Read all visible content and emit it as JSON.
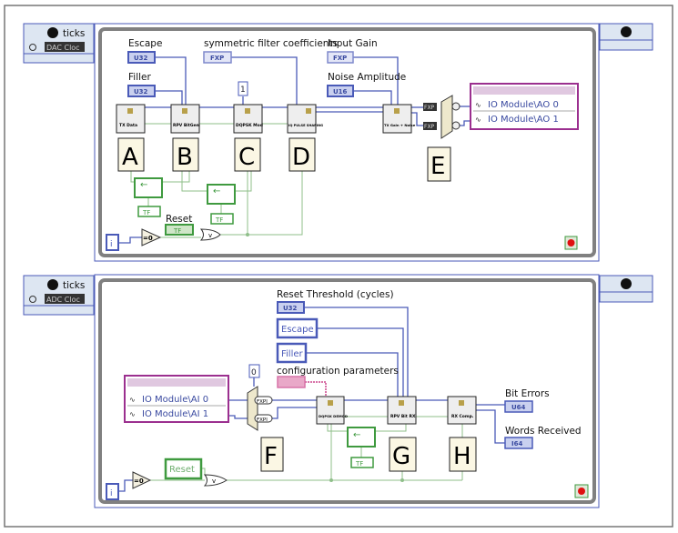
{
  "top": {
    "timing": {
      "ticks_label": "ticks",
      "clock_label": "DAC Cloc"
    },
    "controls": {
      "escape": {
        "label": "Escape",
        "type": "U32"
      },
      "filler": {
        "label": "Filler",
        "type": "U32"
      },
      "filter": {
        "label": "symmetric filter coefficients",
        "type": "FXP"
      },
      "input_gain": {
        "label": "Input Gain",
        "type": "FXP"
      },
      "noise": {
        "label": "Noise Amplitude",
        "type": "U16"
      },
      "reset": {
        "label": "Reset",
        "type": "TF"
      }
    },
    "constant": "1",
    "nodes": [
      "TX Data",
      "RPV BitGen",
      "DQPSK Mod",
      "IQ PULSE SHAPING",
      "TX Gain + Noise"
    ],
    "letters": [
      "A",
      "B",
      "C",
      "D",
      "E"
    ],
    "io_module": [
      "IO Module\\AO 0",
      "IO Module\\AO 1"
    ],
    "fxp": "FXP",
    "tf": "TF",
    "iter": "i",
    "eq0": "=0"
  },
  "bottom": {
    "timing": {
      "ticks_label": "ticks",
      "clock_label": "ADC Cloc"
    },
    "controls": {
      "reset_threshold": {
        "label": "Reset Threshold (cycles)",
        "type": "U32"
      },
      "escape": "Escape",
      "filler": "Filler",
      "config": {
        "label": "configuration parameters"
      },
      "reset": "Reset"
    },
    "constant": "0",
    "io_module": [
      "IO Module\\AI 0",
      "IO Module\\AI 1"
    ],
    "nodes": [
      "DQPSK DEMOD",
      "RPV Bit RX",
      "RX Comp."
    ],
    "letters": [
      "F",
      "G",
      "H"
    ],
    "indicators": {
      "bit_errors": {
        "label": "Bit Errors",
        "type": "U64"
      },
      "words_received": {
        "label": "Words Received",
        "type": "I64"
      }
    },
    "fxpi": "FXPI",
    "tf": "TF",
    "iter": "i",
    "eq0": "=0"
  },
  "colors": {
    "wire_blue": "#4a5ab8",
    "wire_green": "#8fbf8a",
    "io_purple": "#9b2f8f",
    "loop_gray": "#7a7a7a",
    "stop_red": "#e01010"
  }
}
